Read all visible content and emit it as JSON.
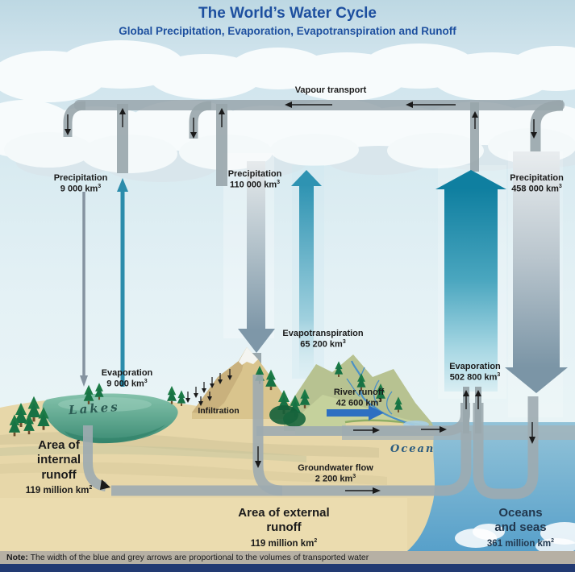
{
  "header": {
    "title": "The World’s Water Cycle",
    "subtitle": "Global Precipitation, Evaporation, Evapotranspiration and Runoff"
  },
  "flows": {
    "vapour_transport": {
      "label": "Vapour transport"
    },
    "precip_internal": {
      "label": "Precipitation",
      "value": "9 000 km",
      "exp": "3"
    },
    "precip_external": {
      "label": "Precipitation",
      "value": "110 000 km",
      "exp": "3"
    },
    "precip_ocean": {
      "label": "Precipitation",
      "value": "458 000 km",
      "exp": "3"
    },
    "evap_lakes": {
      "label": "Evaporation",
      "value": "9 000 km",
      "exp": "3"
    },
    "evapotranspiration": {
      "label": "Evapotranspiration",
      "value": "65 200 km",
      "exp": "3"
    },
    "evap_ocean": {
      "label": "Evaporation",
      "value": "502 800 km",
      "exp": "3"
    },
    "river_runoff": {
      "label": "River runoff",
      "value": "42 600 km",
      "exp": "3"
    },
    "groundwater_flow": {
      "label": "Groundwater flow",
      "value": "2 200 km",
      "exp": "3"
    },
    "infiltration": {
      "label": "Infiltration"
    }
  },
  "regions": {
    "internal_runoff": {
      "line1": "Area of",
      "line2": "internal",
      "line3": "runoff",
      "value": "119 million km",
      "exp": "2"
    },
    "external_runoff": {
      "line1": "Area of external",
      "line2": "runoff",
      "value": "119 million km",
      "exp": "2"
    },
    "oceans_seas": {
      "line1": "Oceans",
      "line2": "and seas",
      "value": "361 million km",
      "exp": "2"
    },
    "lakes": "Lakes",
    "ocean": "Ocean"
  },
  "note": {
    "prefix": "Note:",
    "text": " The width of the blue and grey arrows are proportional to the volumes of transported water"
  },
  "colors": {
    "title_blue": "#1d4f9f",
    "teal_arrow": "#1b86a5",
    "grey_arrow": "#98a5ab",
    "river_blue": "#2d6fc1",
    "lake_green": "#4f9d84",
    "ocean_blue": "#57a0ca",
    "note_bg": "#b6b0a4",
    "footer_navy": "#223a72"
  }
}
